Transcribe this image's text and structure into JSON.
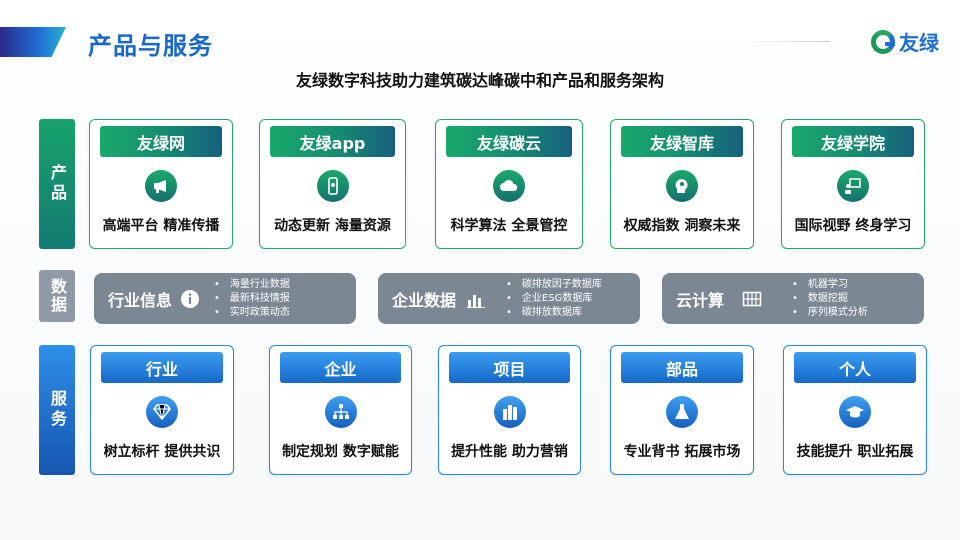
{
  "header": {
    "title": "产品与服务",
    "logo_text": "友绿"
  },
  "subtitle": "友绿数字科技助力建筑碳达峰碳中和产品和服务架构",
  "rows": {
    "product": "产品",
    "data": "数据",
    "service": "服务"
  },
  "products": [
    {
      "name": "友绿网",
      "desc": "高端平台 精准传播",
      "icon": "megaphone-icon"
    },
    {
      "name": "友绿app",
      "desc": "动态更新 海量资源",
      "icon": "mobile-app-icon"
    },
    {
      "name": "友绿碳云",
      "desc": "科学算法 全景管控",
      "icon": "cloud-icon"
    },
    {
      "name": "友绿智库",
      "desc": "权威指数 洞察未来",
      "icon": "brain-icon"
    },
    {
      "name": "友绿学院",
      "desc": "国际视野 终身学习",
      "icon": "classroom-icon"
    }
  ],
  "data_blocks": [
    {
      "name": "行业信息",
      "icon": "info-icon",
      "items": [
        "海量行业数据",
        "最新科技情报",
        "实时政策动态"
      ]
    },
    {
      "name": "企业数据",
      "icon": "bar-chart-icon",
      "items": [
        "碳排放因子数据库",
        "企业ESG数据库",
        "碳排放数据库"
      ]
    },
    {
      "name": "云计算",
      "icon": "grid-chart-icon",
      "items": [
        "机器学习",
        "数据挖掘",
        "序列模式分析"
      ]
    }
  ],
  "services": [
    {
      "name": "行业",
      "desc": "树立标杆 提供共识",
      "icon": "diamond-icon"
    },
    {
      "name": "企业",
      "desc": "制定规划 数字赋能",
      "icon": "org-chart-icon"
    },
    {
      "name": "项目",
      "desc": "提升性能 助力营销",
      "icon": "building-icon"
    },
    {
      "name": "部品",
      "desc": "专业背书 拓展市场",
      "icon": "flask-icon"
    },
    {
      "name": "个人",
      "desc": "技能提升 职业拓展",
      "icon": "graduation-cap-icon"
    }
  ],
  "colors": {
    "title_blue": "#1868c9",
    "product_green": "#1aa96a",
    "service_blue": "#1f78d8",
    "data_gray": "#7c8794"
  }
}
